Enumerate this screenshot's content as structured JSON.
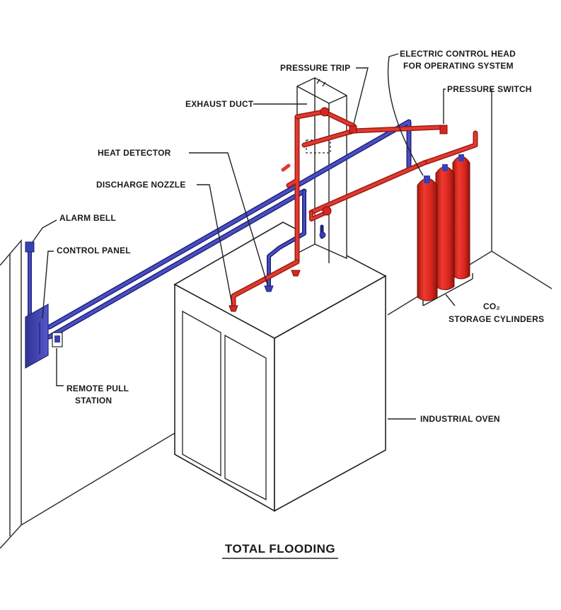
{
  "labels": {
    "pressure_trip": "PRESSURE TRIP",
    "electric_control_head_1": "ELECTRIC CONTROL HEAD",
    "electric_control_head_2": "FOR OPERATING SYSTEM",
    "pressure_switch": "PRESSURE SWITCH",
    "exhaust_duct": "EXHAUST DUCT",
    "heat_detector": "HEAT DETECTOR",
    "discharge_nozzle": "DISCHARGE NOZZLE",
    "alarm_bell": "ALARM BELL",
    "control_panel": "CONTROL PANEL",
    "remote_pull_1": "REMOTE PULL",
    "remote_pull_2": "STATION",
    "co2_1": "CO₂",
    "co2_2": "STORAGE CYLINDERS",
    "industrial_oven": "INDUSTRIAL OVEN"
  },
  "caption": "TOTAL FLOODING",
  "colors": {
    "red_pipe": "#d8261f",
    "red_dark": "#9e1a14",
    "blue_pipe": "#3a3fb3",
    "blue_dark": "#1f2378",
    "cylinder": "#e0261f",
    "cylinder_shade": "#a8190f",
    "panel": "#4447b8",
    "line": "#222222"
  }
}
